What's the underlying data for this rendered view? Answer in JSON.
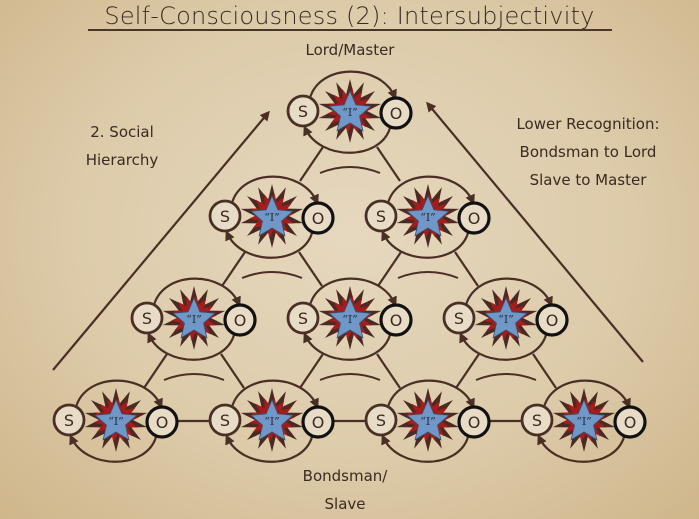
{
  "slide": {
    "title": "Self-Consciousness (2): Intersubjectivity",
    "top_label": "Lord/Master",
    "left_label": [
      "2. Social",
      "Hierarchy"
    ],
    "right_label": [
      "Lower Recognition:",
      "Bondsman to Lord",
      "Slave to Master"
    ],
    "bottom_label": [
      "Bondsman/",
      "Slave"
    ]
  },
  "node": {
    "subject_letter": "S",
    "object_letter": "O",
    "self_label": "“I”"
  },
  "colors": {
    "ink": "#4a2f25",
    "star_outer": "#4a2a22",
    "star_red": "#a51c1c",
    "star_blue": "#6f98c8",
    "object_ring": "#111111",
    "background": "#ddcbaa"
  },
  "pyramid_rows": [
    {
      "row": 1,
      "role": "Lord/Master",
      "units": 1
    },
    {
      "row": 2,
      "units": 2
    },
    {
      "row": 3,
      "units": 3
    },
    {
      "row": 4,
      "role": "Bondsman/Slave",
      "units": 4
    }
  ]
}
